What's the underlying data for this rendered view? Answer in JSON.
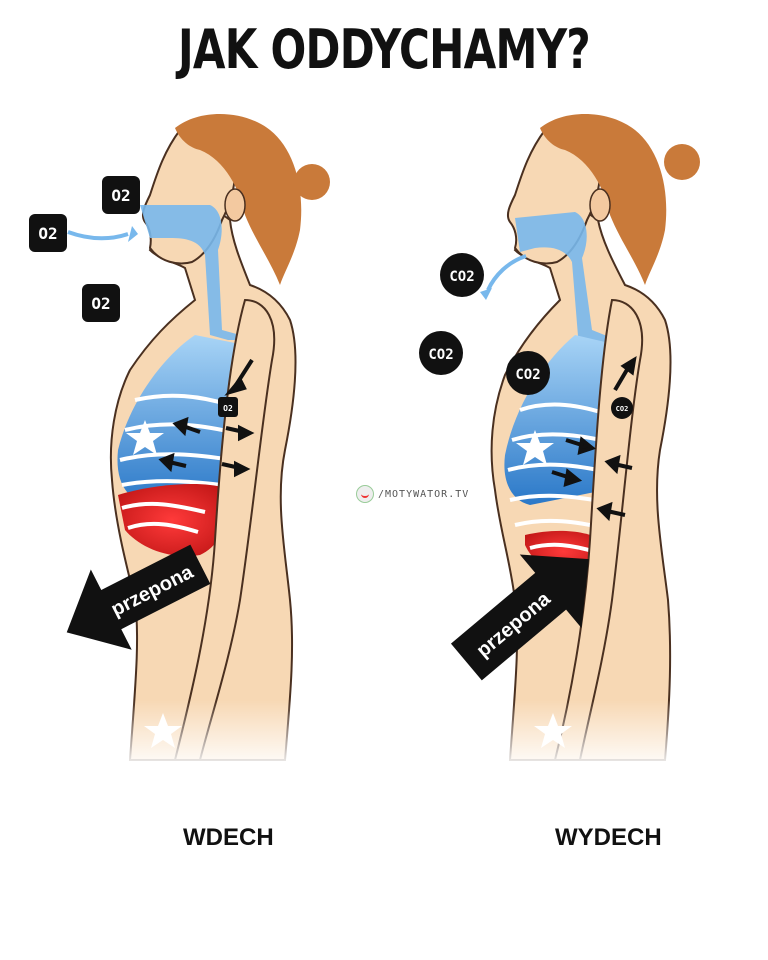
{
  "title": "JAK ODDYCHAMY?",
  "left": {
    "caption": "WDECH",
    "diaphragm_label": "przepona",
    "gas_label": "O2"
  },
  "right": {
    "caption": "WYDECH",
    "diaphragm_label": "przepona",
    "gas_label": "CO2"
  },
  "watermark": "/MOTYWATOR.TV",
  "colors": {
    "skin": "#f7d8b4",
    "skin_outline": "#4a3020",
    "hair": "#c97a3a",
    "airway": "#78b8ec",
    "lung_dark": "#2a78c8",
    "diaphragm": "#e02828",
    "arrow": "#111111"
  }
}
